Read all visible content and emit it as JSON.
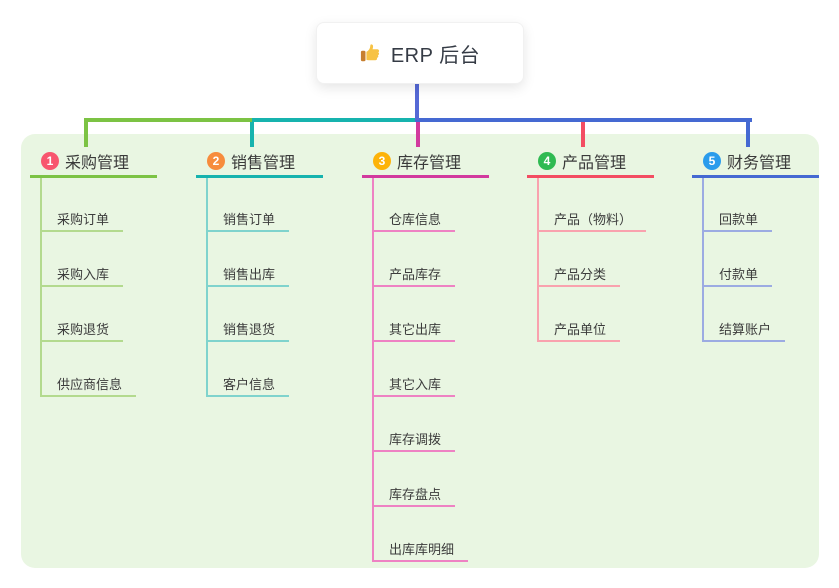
{
  "root": {
    "title": "ERP 后台",
    "icon": "thumbs-up-icon"
  },
  "connectors": {
    "root_color": "#5569d6"
  },
  "colors": {
    "canvas_bg": "#e9f6e2",
    "page_bg": "#ffffff",
    "text_dark": "#3a3a3a"
  },
  "branches": [
    {
      "num": "1",
      "label": "采购管理",
      "color": "#7cc344",
      "light_color": "#b3da8e",
      "badge_color": "#f8566e",
      "children": [
        "采购订单",
        "采购入库",
        "采购退货",
        "供应商信息"
      ]
    },
    {
      "num": "2",
      "label": "销售管理",
      "color": "#17b3ae",
      "light_color": "#7fd3cd",
      "badge_color": "#f78c3d",
      "children": [
        "销售订单",
        "销售出库",
        "销售退货",
        "客户信息"
      ]
    },
    {
      "num": "3",
      "label": "库存管理",
      "color": "#d23a9e",
      "light_color": "#ee82c3",
      "badge_color": "#fdb309",
      "children": [
        "仓库信息",
        "产品库存",
        "其它出库",
        "其它入库",
        "库存调拨",
        "库存盘点",
        "出库库明细"
      ]
    },
    {
      "num": "4",
      "label": "产品管理",
      "color": "#f34d62",
      "light_color": "#f9a2ae",
      "badge_color": "#2fba52",
      "children": [
        "产品（物料）",
        "产品分类",
        "产品单位"
      ]
    },
    {
      "num": "5",
      "label": "财务管理",
      "color": "#4569d2",
      "light_color": "#9cabe2",
      "badge_color": "#2a9cec",
      "children": [
        "回款单",
        "付款单",
        "结算账户"
      ]
    }
  ]
}
